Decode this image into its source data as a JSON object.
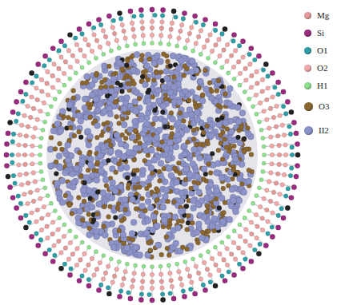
{
  "diagram": {
    "legend": [
      {
        "text": "Mg",
        "color": "#e59a9a"
      },
      {
        "text": "Si",
        "color": "#9a2a7e"
      },
      {
        "text": "O1",
        "color": "#2e9fa6"
      },
      {
        "text": "O2",
        "color": "#f0a8a8"
      },
      {
        "text": "H1",
        "color": "#8fe08f"
      },
      {
        "text": "O3",
        "color": "#8a6630"
      },
      {
        "text": "II2",
        "color": "#8c93c9"
      }
    ]
  }
}
